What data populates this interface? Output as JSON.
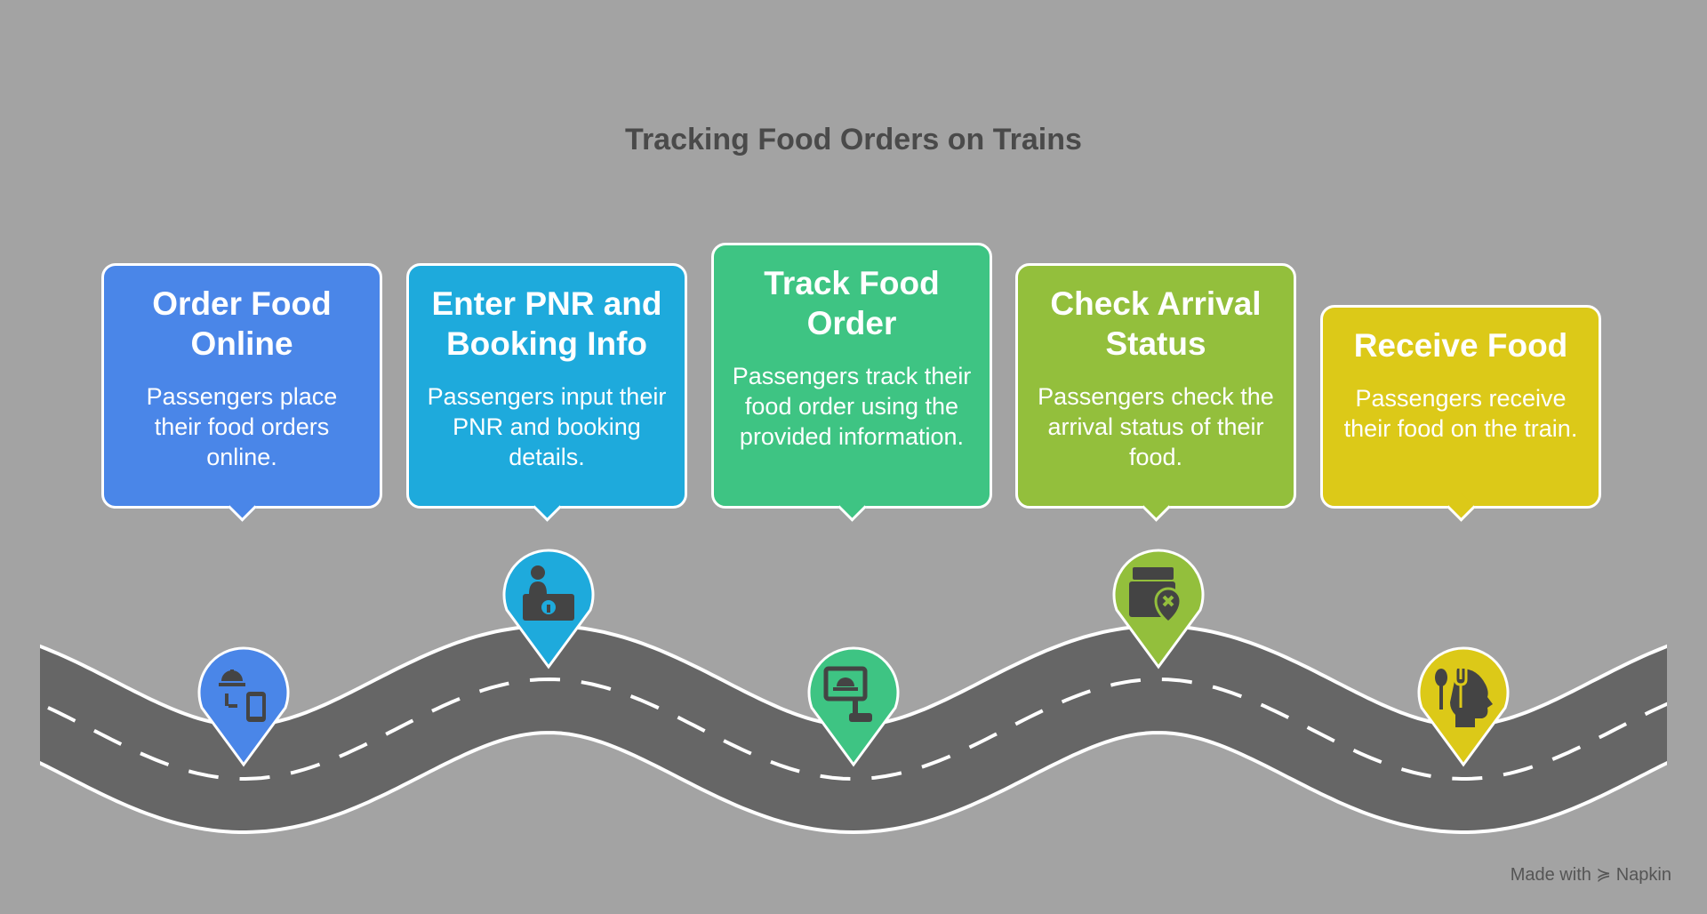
{
  "title": "Tracking Food Orders on Trains",
  "steps": [
    {
      "title": "Order Food Online",
      "desc": "Passengers place their food orders online.",
      "color": "#4a86e8",
      "icon": "food-order-phone-icon"
    },
    {
      "title": "Enter PNR and Booking Info",
      "desc": "Passengers input their PNR and booking details.",
      "color": "#1eaadc",
      "icon": "person-at-info-desk-icon"
    },
    {
      "title": "Track Food Order",
      "desc": "Passengers track their food order using the provided information.",
      "color": "#3ec483",
      "icon": "food-tracking-screen-icon"
    },
    {
      "title": "Check Arrival Status",
      "desc": "Passengers check the arrival status of their food.",
      "color": "#93bf3c",
      "icon": "package-location-icon"
    },
    {
      "title": "Receive Food",
      "desc": "Passengers receive their food on the train.",
      "color": "#dcc918",
      "icon": "head-with-utensils-icon"
    }
  ],
  "footer": "Made with ≽ Napkin"
}
